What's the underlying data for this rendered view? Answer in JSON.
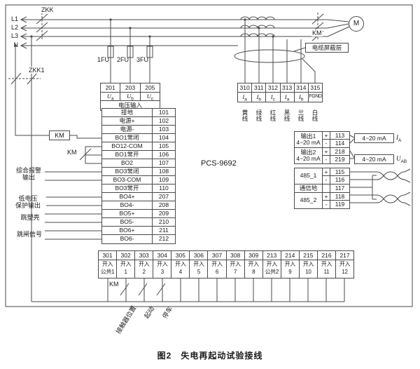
{
  "caption": "图2　失电再起动试验接线",
  "device": {
    "model": "PCS-9692"
  },
  "supply": {
    "breaker_top": "ZKK",
    "breaker_aux": "ZKK1",
    "phases": [
      "L1",
      "L2",
      "L3",
      "N"
    ],
    "contactor_top": "KM",
    "motor": "M",
    "cable_shield": "电缆屏蔽层",
    "fuses": [
      "1FU",
      "2FU",
      "3FU"
    ]
  },
  "left_circuit": {
    "km_coil": "KM",
    "km_contact": "KM",
    "alarm_line1": "综合报警",
    "alarm_line2": "输出",
    "lv_line1": "低电压",
    "lv_line2": "保护输出",
    "trip_case": "跳塑壳",
    "trip_signal": "跳闸信号"
  },
  "voltage_block": {
    "title": "电压输入",
    "terminals": [
      {
        "no": "201",
        "base": "U",
        "sub": "a"
      },
      {
        "no": "203",
        "base": "U",
        "sub": "b"
      },
      {
        "no": "205",
        "base": "U",
        "sub": "c"
      }
    ]
  },
  "current_block": {
    "terminals": [
      {
        "no": "310",
        "base": "I",
        "sub": "a",
        "wire": "黄线"
      },
      {
        "no": "311",
        "base": "I",
        "sub": "b",
        "wire": "绿线"
      },
      {
        "no": "312",
        "base": "I",
        "sub": "c",
        "wire": "红线"
      },
      {
        "no": "313",
        "base": "I",
        "sub": "a",
        "wire": "黑线"
      },
      {
        "no": "314",
        "base": "I",
        "sub": "b",
        "wire": "兰线"
      },
      {
        "no": "315",
        "base": "FGND",
        "sub": "",
        "wire": "白线"
      }
    ]
  },
  "main_block": {
    "rows": [
      {
        "label": "接地",
        "no": "101"
      },
      {
        "label": "电源+",
        "no": "102"
      },
      {
        "label": "电源-",
        "no": "103"
      },
      {
        "label": "BO1常闭",
        "no": "104"
      },
      {
        "label": "BO12-COM",
        "no": "105"
      },
      {
        "label": "BO1常开",
        "no": "106"
      },
      {
        "label": "BO2",
        "no": "107"
      },
      {
        "label": "BO3常闭",
        "no": "108"
      },
      {
        "label": "BO3-COM",
        "no": "109"
      },
      {
        "label": "BO3常开",
        "no": "110"
      },
      {
        "label": "BO4+",
        "no": "207"
      },
      {
        "label": "BO4-",
        "no": "208"
      },
      {
        "label": "BO5+",
        "no": "209"
      },
      {
        "label": "BO5-",
        "no": "210"
      },
      {
        "label": "BO6+",
        "no": "211"
      },
      {
        "label": "BO6-",
        "no": "212"
      }
    ]
  },
  "output_block": {
    "analog": [
      {
        "label": "输出1",
        "sub": "4~20 mA",
        "plus": "+",
        "pno": "113",
        "minus": "-",
        "mno": "114"
      },
      {
        "label": "输出2",
        "sub": "4~20 mA",
        "plus": "+",
        "pno": "218",
        "minus": "-",
        "mno": "219"
      }
    ],
    "comm": [
      {
        "label": "485_1",
        "plus": "+",
        "pno": "115",
        "minus": "-",
        "mno": "116"
      },
      {
        "label": "通信地",
        "sign": "",
        "no": "117"
      },
      {
        "label": "485_2",
        "plus": "+",
        "pno": "118",
        "minus": "-",
        "mno": "119"
      }
    ],
    "ann1": {
      "box": "4~20 mA",
      "base": "I",
      "sub": "A"
    },
    "ann2": {
      "box": "4~20 mA",
      "base": "U",
      "sub": "AB"
    }
  },
  "bottom_block": {
    "km": "KM",
    "terminals": [
      {
        "no": "301",
        "l1": "开入",
        "l2": "公共1"
      },
      {
        "no": "302",
        "l1": "开入",
        "l2": "1"
      },
      {
        "no": "303",
        "l1": "开入",
        "l2": "2"
      },
      {
        "no": "304",
        "l1": "开入",
        "l2": "3"
      },
      {
        "no": "305",
        "l1": "开入",
        "l2": "4"
      },
      {
        "no": "306",
        "l1": "开入",
        "l2": "5"
      },
      {
        "no": "307",
        "l1": "开入",
        "l2": "6"
      },
      {
        "no": "308",
        "l1": "开入",
        "l2": "7"
      },
      {
        "no": "309",
        "l1": "开入",
        "l2": "8"
      },
      {
        "no": "213",
        "l1": "开入",
        "l2": "公共2"
      },
      {
        "no": "214",
        "l1": "开入",
        "l2": "9"
      },
      {
        "no": "215",
        "l1": "开入",
        "l2": "10"
      },
      {
        "no": "216",
        "l1": "开入",
        "l2": "11"
      },
      {
        "no": "217",
        "l1": "开入",
        "l2": "12"
      }
    ],
    "functions": [
      "接触器位置",
      "起动",
      "停车"
    ]
  }
}
